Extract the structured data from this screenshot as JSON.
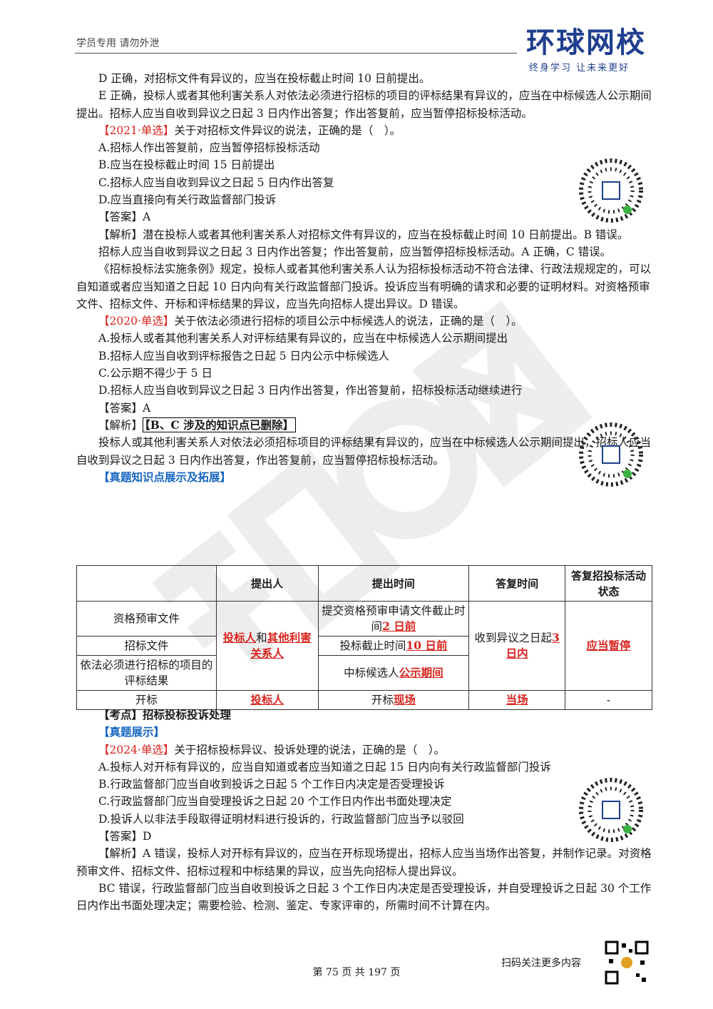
{
  "header": {
    "left": "学员专用 请勿外泄",
    "logo_name": "环球网校",
    "logo_slogan": "终身学习 让未来更好"
  },
  "intro": {
    "d_line": "D 正确，对招标文件有异议的，应当在投标截止时间 10 日前提出。",
    "e_line": "E 正确，投标人或者其他利害关系人对依法必须进行招标的项目的评标结果有异议的，应当在中标候选人公示期间提出。招标人应当自收到异议之日起 3 日内作出答复；作出答复前，应当暂停招标投标活动。"
  },
  "q1": {
    "tag": "【2021·单选】",
    "stem": "关于对招标文件异议的说法，正确的是（　）。",
    "options": [
      "A.招标人作出答复前，应当暂停招标投标活动",
      "B.应当在投标截止时间 15 日前提出",
      "C.招标人应当自收到异议之日起 5 日内作出答复",
      "D.应当直接向有关行政监督部门投诉"
    ],
    "answer": "【答案】A",
    "analysis_label": "【解析】",
    "analysis": [
      "潜在投标人或者其他利害关系人对招标文件有异议的，应当在投标截止时间 10 日前提出。B 错误。",
      "招标人应当自收到异议之日起 3 日内作出答复；作出答复前，应当暂停招标投标活动。A 正确，C 错误。",
      "《招标投标法实施条例》规定，投标人或者其他利害关系人认为招标投标活动不符合法律、行政法规规定的，可以自知道或者应当知道之日起 10 日内向有关行政监督部门投诉。投诉应当有明确的请求和必要的证明材料。对资格预审文件、招标文件、开标和评标结果的异议，应当先向招标人提出异议。D 错误。"
    ]
  },
  "q2": {
    "tag": "【2020·单选】",
    "stem": "关于依法必须进行招标的项目公示中标候选人的说法，正确的是（　）。",
    "options": [
      "A.投标人或者其他利害关系人对评标结果有异议的，应当在中标候选人公示期间提出",
      "B.招标人应当自收到评标报告之日起 5 日内公示中标候选人",
      "C.公示期不得少于 5 日",
      "D.招标人应当自收到异议之日起 3 日内作出答复，作出答复前，招标投标活动继续进行"
    ],
    "answer": "【答案】A",
    "analysis_label": "【解析】",
    "deleted_note": "【B、C 涉及的知识点已删除】",
    "analysis": "投标人或其他利害关系人对依法必须招标项目的评标结果有异议的，应当在中标候选人公示期间提出，招标人应当自收到异议之日起 3 日内作出答复，作出答复前，应当暂停招标投标活动。"
  },
  "extension_title": "【真题知识点展示及拓展】",
  "table": {
    "headers": [
      "",
      "提出人",
      "提出时间",
      "答复时间",
      "答复招投标活动状态"
    ],
    "rows": {
      "r1_label": "资格预审文件",
      "r2_label": "招标文件",
      "r3_label": "依法必须进行招标的项目的评标结果",
      "r4_label": "开标",
      "proposer_a": "投标人",
      "proposer_and": "和",
      "proposer_b": "其他利害关系人",
      "time1_prefix": "提交资格预审申请文件截止时间",
      "time1_value": "2 日前",
      "time2_prefix": "投标截止时间",
      "time2_value": "10 日前",
      "time3_prefix": "中标候选人",
      "time3_value": "公示期间",
      "reply_prefix": "收到异议之日起",
      "reply_value": "3 日内",
      "status": "应当暂停",
      "open_proposer": "投标人",
      "open_time_prefix": "开标",
      "open_time_value": "现场",
      "open_reply": "当场",
      "open_status": "-"
    }
  },
  "kaodian": "【考点】招标投标投诉处理",
  "zhenti": "【真题展示】",
  "q3": {
    "tag": "【2024·单选】",
    "stem": "关于招标投标异议、投诉处理的说法，正确的是（　）。",
    "options": [
      "A.投标人对开标有异议的，应当自知道或者应当知道之日起 15 日内向有关行政监督部门投诉",
      "B.行政监督部门应当自收到投诉之日起 5 个工作日内决定是否受理投诉",
      "C.行政监督部门应当自受理投诉之日起 20 个工作日内作出书面处理决定",
      "D.投诉人以非法手段取得证明材料进行投诉的，行政监督部门应当予以驳回"
    ],
    "answer": "【答案】D",
    "analysis_label": "【解析】",
    "analysis": [
      "A 错误，投标人对开标有异议的，应当在开标现场提出，招标人应当当场作出答复，并制作记录。对资格预审文件、招标文件、招标过程和中标结果的异议，应当先向招标人提出异议。",
      "BC 错误，行政监督部门应当自收到投诉之日起 3 个工作日内决定是否受理投诉，并自受理投诉之日起 30 个工作日内作出书面处理决定；需要检验、检测、鉴定、专家评审的，所需时间不计算在内。"
    ]
  },
  "footer": {
    "page": "第 75 页 共 197 页",
    "scan": "扫码关注更多内容"
  },
  "colors": {
    "brand": "#1f3e8f",
    "red": "#d9231d",
    "blue": "#1565c0"
  },
  "icons": [
    "logo-play-icon",
    "qr-code-icon",
    "watermark-logo-icon"
  ]
}
